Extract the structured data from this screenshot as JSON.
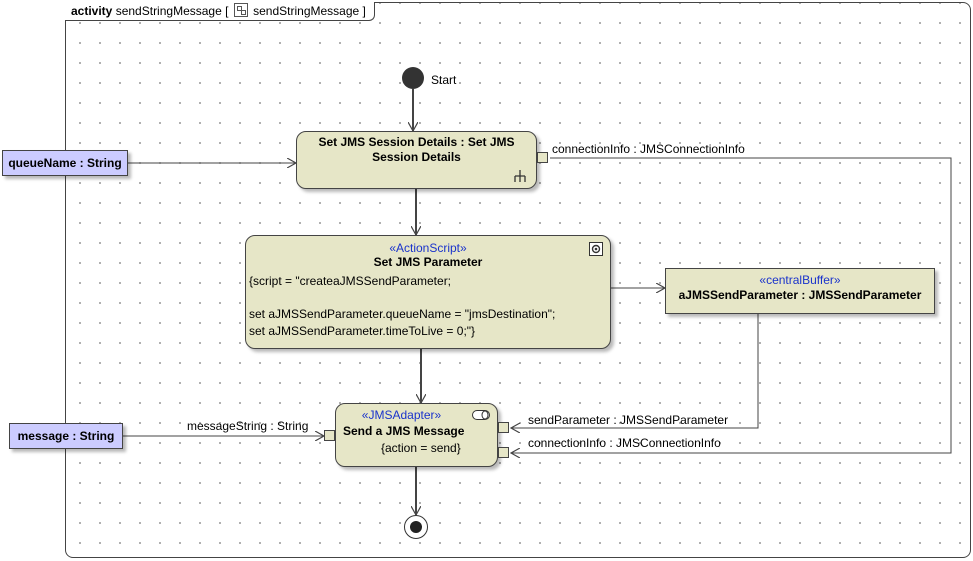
{
  "frame": {
    "kind": "activity",
    "name": "sendStringMessage [",
    "name_suffix": "sendStringMessage ]"
  },
  "start": {
    "label": "Start"
  },
  "actions": {
    "session": {
      "title": "Set JMS Session Details : Set JMS Session Details",
      "icon": "rake-icon"
    },
    "param": {
      "stereotype": "«ActionScript»",
      "title": "Set JMS Parameter",
      "script_line1": "{script = \"createaJMSSendParameter;",
      "script_line2": "",
      "script_line3": "set aJMSSendParameter.queueName = \"jmsDestination\";",
      "script_line4": "set aJMSSendParameter.timeToLive = 0;\"}",
      "icon": "script-icon"
    },
    "send": {
      "stereotype": "«JMSAdapter»",
      "title": "Send a JMS Message",
      "constraint": "{action = send}",
      "icon": "adapter-icon"
    }
  },
  "objects": {
    "queueName": "queueName : String",
    "message": "message : String"
  },
  "buffer": {
    "stereotype": "«centralBuffer»",
    "title": "aJMSSendParameter : JMSSendParameter"
  },
  "pins": {
    "session_out": "connectionInfo : JMSConnectionInfo",
    "send_in_message": "messageString : String",
    "send_in_param": "sendParameter : JMSSendParameter",
    "send_in_conn": "connectionInfo : JMSConnectionInfo"
  },
  "colors": {
    "action_fill": "#e6e6c7",
    "object_fill": "#ccccff",
    "stereotype_text": "#1a33cc",
    "line": "#444444"
  }
}
